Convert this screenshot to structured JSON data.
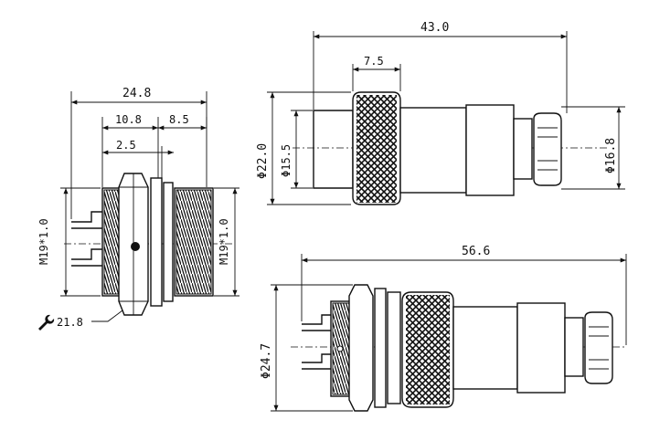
{
  "side_view": {
    "overall_width": "24.8",
    "seg_width_a": "10.8",
    "seg_width_b": "8.5",
    "seg_width_c": "2.5",
    "thread_left": "M19*1.0",
    "thread_right": "M19*1.0",
    "wrench_size": "21.8"
  },
  "plug_view": {
    "length": "43.0",
    "knurl_width": "7.5",
    "outer_dia": "Φ22.0",
    "inner_dia": "Φ15.5",
    "cable_dia": "Φ16.8"
  },
  "assembly_view": {
    "length": "56.6",
    "outer_dia": "Φ24.7"
  },
  "icons": {
    "wrench": "wrench-icon"
  }
}
